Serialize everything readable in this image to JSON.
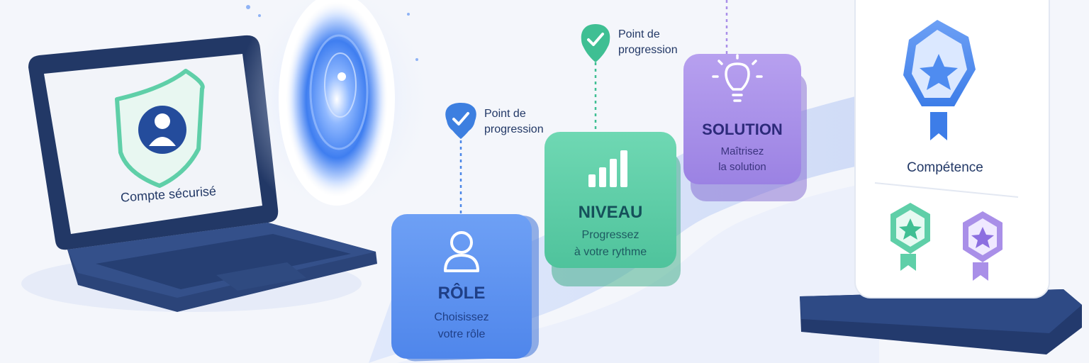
{
  "laptop": {
    "caption": "Compte sécurisé"
  },
  "steps": [
    {
      "title": "RÔLE",
      "subtitle_line1": "Choisissez",
      "subtitle_line2": "votre rôle",
      "color": "#5b8ff0"
    },
    {
      "title": "NIVEAU",
      "subtitle_line1": "Progressez",
      "subtitle_line2": "à votre rythme",
      "color": "#5fcfa8"
    },
    {
      "title": "SOLUTION",
      "subtitle_line1": "Maîtrisez",
      "subtitle_line2": "la solution",
      "color": "#a98fe8"
    }
  ],
  "checkpoints": [
    {
      "line1": "Point de",
      "line2": "progression",
      "color": "#3d7fe0"
    },
    {
      "line1": "Point de",
      "line2": "progression",
      "color": "#3fbf93"
    }
  ],
  "panel": {
    "title": "Compétence"
  },
  "icons": {
    "laptop": "shield-user-icon",
    "portal": "portal-icon",
    "role": "user-icon",
    "level": "bar-chart-icon",
    "solution": "lightbulb-icon",
    "checkpoint": "check-pin-icon",
    "badge_main": "star-badge-icon",
    "badge_green": "star-badge-icon",
    "badge_purple": "star-badge-icon"
  }
}
